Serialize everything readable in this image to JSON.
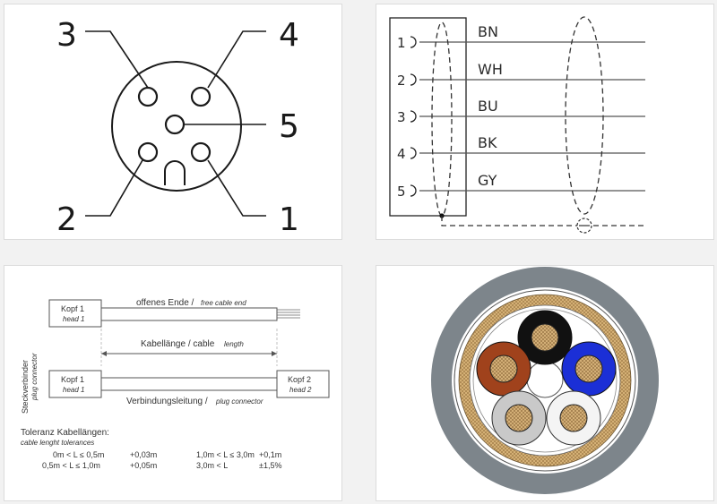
{
  "pinout": {
    "pins": [
      "1",
      "2",
      "3",
      "4",
      "5"
    ]
  },
  "wiring": {
    "wires": [
      {
        "pin": "1",
        "color_code": "BN"
      },
      {
        "pin": "2",
        "color_code": "WH"
      },
      {
        "pin": "3",
        "color_code": "BU"
      },
      {
        "pin": "4",
        "color_code": "BK"
      },
      {
        "pin": "5",
        "color_code": "GY"
      }
    ]
  },
  "cable_drawing": {
    "side_label": "Steckverbinder",
    "side_label_en": "plug connector",
    "head1_label": "Kopf 1",
    "head1_label_en": "head 1",
    "head2_label": "Kopf 2",
    "head2_label_en": "head 2",
    "free_end_label": "offenes Ende /",
    "free_end_label_en": "free cable end",
    "length_label": "Kabellänge / cable",
    "length_label_en": "length",
    "connector_label": "Verbindungsleitung /",
    "connector_label_en": "plug connector",
    "tolerance_title": "Toleranz Kabellängen:",
    "tolerance_subtitle": "cable lenght tolerances",
    "tolerances": [
      {
        "range": "0m < L ≤ 0,5m",
        "value": "+0,03m"
      },
      {
        "range": "0,5m < L ≤ 1,0m",
        "value": "+0,05m"
      },
      {
        "range": "1,0m < L ≤ 3,0m",
        "value": "+0,1m"
      },
      {
        "range": "3,0m < L",
        "value": "±1,5%"
      }
    ]
  },
  "cross_section": {
    "conductor_colors": {
      "brown": "#a0421c",
      "black": "#111111",
      "blue": "#1b2fd6",
      "grey": "#c9c9c9",
      "white": "#f4f4f4"
    },
    "jacket_color": "#7d858b",
    "filler_color": "#d9b57a"
  }
}
